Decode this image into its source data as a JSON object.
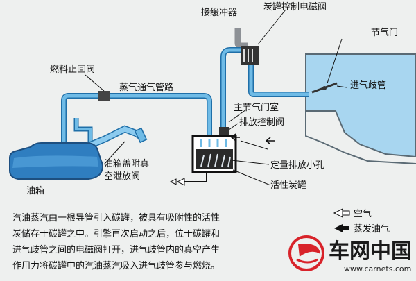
{
  "labels": {
    "jiehuan": "接缓冲器",
    "solenoid": "炭罐控制电磁阀",
    "throttle": "节气门",
    "check_valve": "燃料止回阀",
    "vapor_pipe": "蒸气通气管路",
    "intake": "进气歧管",
    "main_throttle": "主节气门室",
    "purge_valve": "排放控制阀",
    "cap_valve_1": "油箱盖附真",
    "cap_valve_2": "空泄放阀",
    "orifice": "定量排放小孔",
    "fuel_tank": "油箱",
    "canister": "活性炭罐"
  },
  "caption": [
    "汽油蒸汽由一根导管引入碳罐，被具有吸附性的活性",
    "炭储存于碳罐之中。引擎再次启动之后，位于碳罐和",
    "进气歧管之间的电磁阀打开，进气歧管内的真空产生",
    "作用力将碳罐中的汽油蒸汽吸入进气歧管参与燃烧。"
  ],
  "legend": {
    "air": "空气",
    "vapor": "蒸发油气"
  },
  "brand": {
    "name": "车网中国",
    "url": "www.carnets.com"
  },
  "colors": {
    "pipe": "#4aa3d9",
    "pipe_dark": "#1f6fa8",
    "intake_fill": "#a8d6f0",
    "background": "#eef0ef",
    "brand_red": "#d8232a"
  }
}
